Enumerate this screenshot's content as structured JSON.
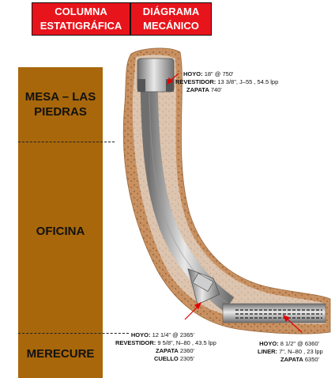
{
  "header": {
    "column_title_1": "COLUMNA",
    "column_title_2": "ESTATIGRÁFICA",
    "diagram_title_1": "DIÁGRAMA",
    "diagram_title_2": "MECÁNICO"
  },
  "formations": [
    {
      "line1": "MESA – LAS",
      "line2": "PIEDRAS"
    },
    {
      "line1": "OFICINA"
    },
    {
      "line1": "MERECURE"
    }
  ],
  "annotations": {
    "surface": {
      "hoyo_label": "HOYO:",
      "hoyo_value": "18\" @ 750'",
      "revestidor_label": "REVESTIDOR:",
      "revestidor_value": "13 3/8\", J–55 , 54.5 lpp",
      "zapata_label": "ZAPATA",
      "zapata_value": "740'"
    },
    "intermediate": {
      "hoyo_label": "HOYO:",
      "hoyo_value": "12 1/4\" @ 2365'",
      "revestidor_label": "REVESTIDOR:",
      "revestidor_value": "9 5/8\", N–80 , 43.5 lpp",
      "zapata_label": "ZAPATA",
      "zapata_value": "2360'",
      "cuello_label": "CUELLO",
      "cuello_value": "2305'"
    },
    "liner": {
      "hoyo_label": "HOYO:",
      "hoyo_value": "8 1/2\" @ 6360'",
      "liner_label": "LINER:",
      "liner_value": "7\", N–80 , 23 lpp",
      "zapata_label": "ZAPATA",
      "zapata_value": "6350'"
    }
  },
  "colors": {
    "header_red": "#e8141b",
    "column_brown": "#a8670b",
    "formation_rock": "#c89060",
    "casing_gray": "#a9a9a9",
    "pointer_red": "#e00000"
  }
}
